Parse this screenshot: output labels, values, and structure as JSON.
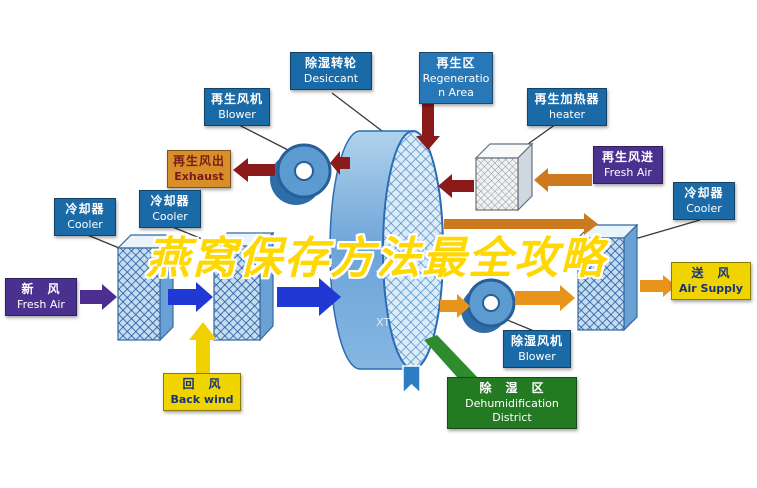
{
  "watermark": "燕窝保存方法最全攻略",
  "wheel_mark": "XT",
  "colors": {
    "label_blue": "#1b6aa8",
    "label_orange": "#d88f2a",
    "label_purple": "#4a3190",
    "label_yellow": "#f0d400",
    "label_green": "#237a23",
    "arrow_maroon": "#8b1a1a",
    "arrow_orange": "#cd7a1e",
    "arrow_orange_bright": "#e8941c",
    "arrow_blue": "#2038d4",
    "arrow_purple": "#4b2e8f",
    "arrow_yellow": "#f0d000",
    "green_connector": "#2e8b2e",
    "wheel_blue": "#5b9bd0",
    "watermark_yellow": "#ffd800"
  },
  "labels": {
    "regen_blower": {
      "zh": "再生风机",
      "en": "Blower"
    },
    "desiccant_wheel": {
      "zh": "除湿转轮",
      "en": "Desiccant"
    },
    "regen_area": {
      "zh": "再生区",
      "en": "Regeneration Area"
    },
    "regen_heater": {
      "zh": "再生加热器",
      "en": "heater"
    },
    "exhaust": {
      "zh": "再生风出",
      "en": "Exhaust"
    },
    "regen_fresh_air": {
      "zh": "再生风进",
      "en": "Fresh Air"
    },
    "cooler_left": {
      "zh": "冷却器",
      "en": "Cooler"
    },
    "cooler_mid": {
      "zh": "冷却器",
      "en": "Cooler"
    },
    "cooler_right": {
      "zh": "冷却器",
      "en": "Cooler"
    },
    "fresh_air": {
      "zh": "新　风",
      "en": "Fresh Air"
    },
    "air_supply": {
      "zh": "送　风",
      "en": "Air Supply"
    },
    "back_wind": {
      "zh": "回　风",
      "en": "Back wind"
    },
    "dehumid_blower": {
      "zh": "除湿风机",
      "en": "Blower"
    },
    "dehumid_district": {
      "zh": "除　湿　区",
      "en": "Dehumidification District"
    }
  }
}
